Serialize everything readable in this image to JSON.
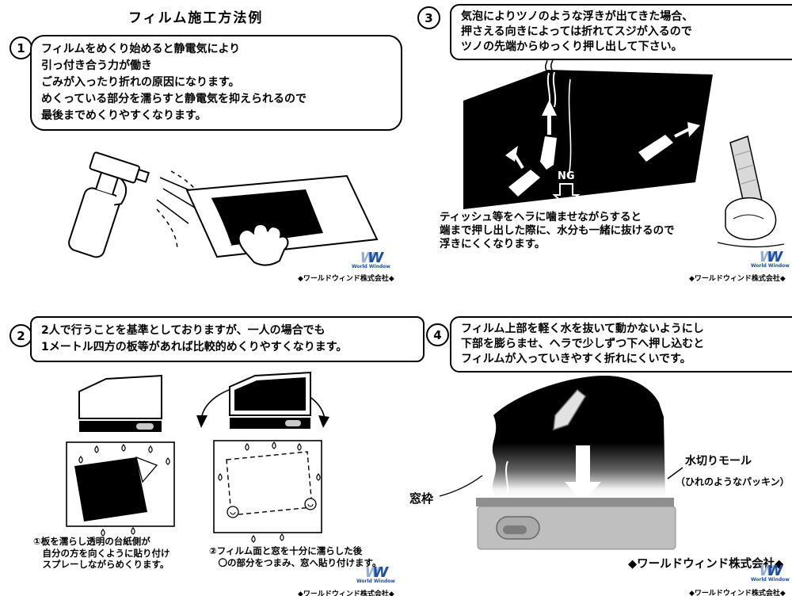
{
  "title": "フィルム施工方法例",
  "company": {
    "logo_w1": "W",
    "logo_w2": "W",
    "logo_sub": "World Window",
    "name": "◆ワールドウィンド株式会社◆"
  },
  "step1": {
    "number": "1",
    "lines": [
      "フィルムをめくり始めると静電気により",
      "引っ付き合う力が働き",
      "ごみが入ったり折れの原因になります。",
      "めくっている部分を濡らすと静電気を抑えられるので",
      "最後までめくりやすくなります。"
    ]
  },
  "step2": {
    "number": "2",
    "lines": [
      "2人で行うことを基準としておりますが、一人の場合でも",
      "1メートル四方の板等があれば比較的めくりやすくなります。"
    ],
    "caption1": [
      "①板を濡らし透明の台紙側が",
      "　自分の方を向くように貼り付け",
      "　スプレーしながらめくります。"
    ],
    "caption2": [
      "②フィルム面と窓を十分に濡らした後",
      "　〇の部分をつまみ、窓へ貼り付けます。"
    ]
  },
  "step3": {
    "number": "3",
    "lines": [
      "気泡によりツノのような浮きが出てきた場合、",
      "押さえる向きによっては折れてスジが入るので",
      "ツノの先端からゆっくり押し出して下さい。"
    ],
    "ng": "NG",
    "note": [
      "ティッシュ等をヘラに噛ませながらすると",
      "端まで押し出した際に、水分も一緒に抜けるので",
      "浮きにくくなります。"
    ]
  },
  "step4": {
    "number": "4",
    "lines": [
      "フィルム上部を軽く水を抜いて動かないようにし",
      "下部を膨らませ、ヘラで少しずつ下へ押し込むと",
      "フィルムが入っていきやすく折れにくいです。"
    ],
    "window_frame": "窓枠",
    "molding": "水切りモール",
    "molding_sub": "（ひれのようなパッキン）"
  }
}
